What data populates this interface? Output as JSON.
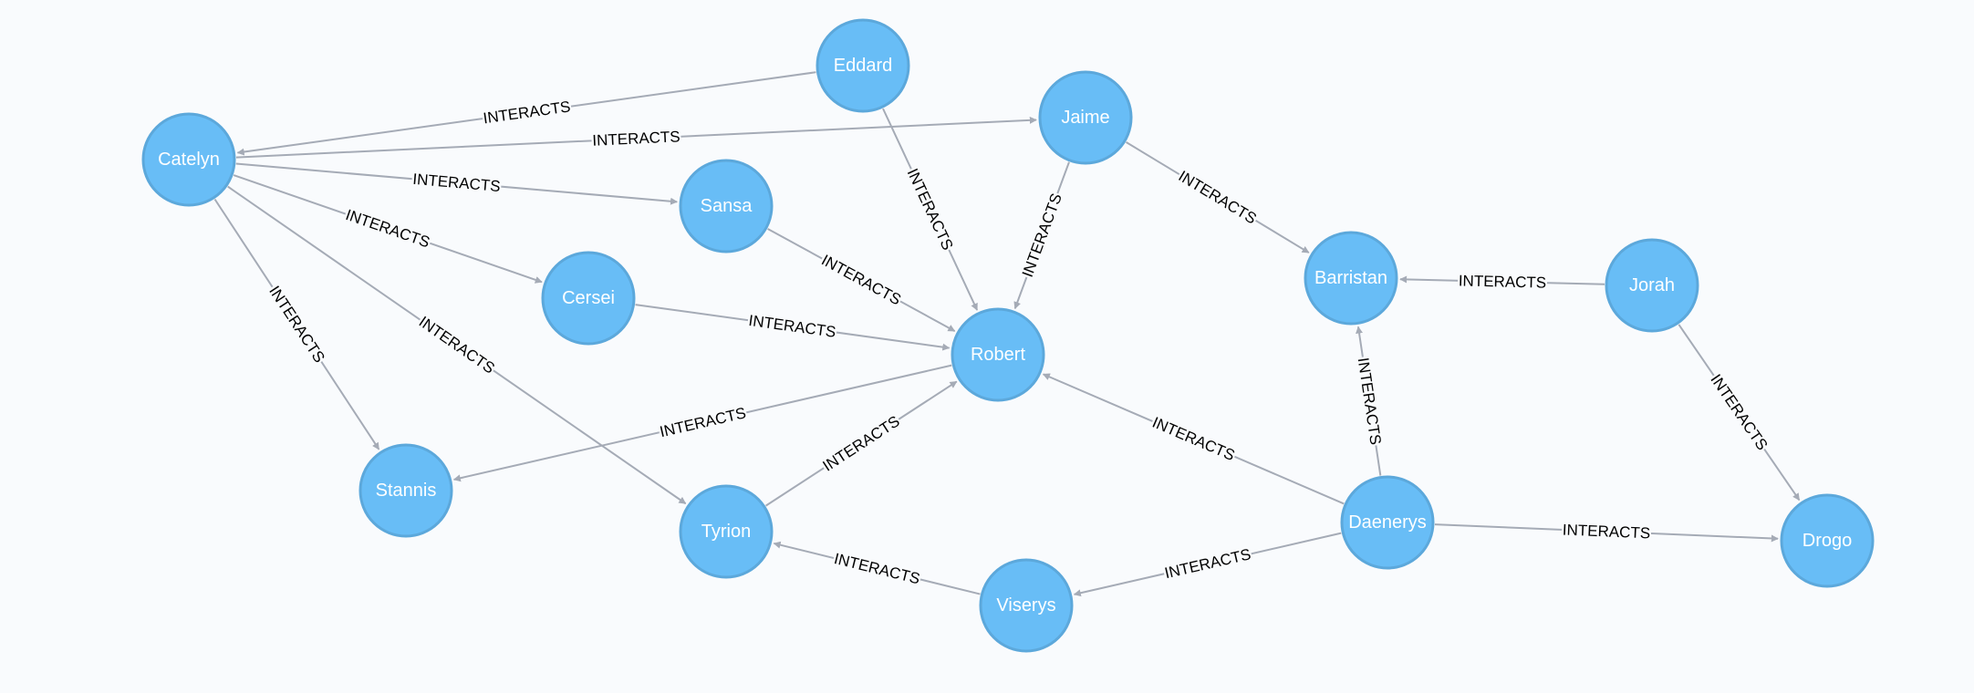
{
  "graph": {
    "colors": {
      "node_fill": "#68bdf6",
      "node_stroke": "#5ca8db",
      "edge": "#a5abb6",
      "background": "#f9fbfd"
    },
    "nodes": [
      {
        "id": "eddard",
        "label": "Eddard"
      },
      {
        "id": "jaime",
        "label": "Jaime"
      },
      {
        "id": "catelyn",
        "label": "Catelyn"
      },
      {
        "id": "sansa",
        "label": "Sansa"
      },
      {
        "id": "cersei",
        "label": "Cersei"
      },
      {
        "id": "robert",
        "label": "Robert"
      },
      {
        "id": "barristan",
        "label": "Barristan"
      },
      {
        "id": "jorah",
        "label": "Jorah"
      },
      {
        "id": "stannis",
        "label": "Stannis"
      },
      {
        "id": "tyrion",
        "label": "Tyrion"
      },
      {
        "id": "daenerys",
        "label": "Daenerys"
      },
      {
        "id": "drogo",
        "label": "Drogo"
      },
      {
        "id": "viserys",
        "label": "Viserys"
      }
    ],
    "edges": [
      {
        "source": "eddard",
        "target": "catelyn",
        "label": "INTERACTS"
      },
      {
        "source": "catelyn",
        "target": "jaime",
        "label": "INTERACTS"
      },
      {
        "source": "catelyn",
        "target": "sansa",
        "label": "INTERACTS"
      },
      {
        "source": "catelyn",
        "target": "cersei",
        "label": "INTERACTS"
      },
      {
        "source": "catelyn",
        "target": "stannis",
        "label": "INTERACTS"
      },
      {
        "source": "catelyn",
        "target": "tyrion",
        "label": "INTERACTS"
      },
      {
        "source": "eddard",
        "target": "robert",
        "label": "INTERACTS"
      },
      {
        "source": "jaime",
        "target": "robert",
        "label": "INTERACTS"
      },
      {
        "source": "jaime",
        "target": "barristan",
        "label": "INTERACTS"
      },
      {
        "source": "sansa",
        "target": "robert",
        "label": "INTERACTS"
      },
      {
        "source": "cersei",
        "target": "robert",
        "label": "INTERACTS"
      },
      {
        "source": "robert",
        "target": "stannis",
        "label": "INTERACTS"
      },
      {
        "source": "tyrion",
        "target": "robert",
        "label": "INTERACTS"
      },
      {
        "source": "daenerys",
        "target": "robert",
        "label": "INTERACTS"
      },
      {
        "source": "jorah",
        "target": "barristan",
        "label": "INTERACTS"
      },
      {
        "source": "daenerys",
        "target": "barristan",
        "label": "INTERACTS"
      },
      {
        "source": "jorah",
        "target": "drogo",
        "label": "INTERACTS"
      },
      {
        "source": "daenerys",
        "target": "drogo",
        "label": "INTERACTS"
      },
      {
        "source": "daenerys",
        "target": "viserys",
        "label": "INTERACTS"
      },
      {
        "source": "viserys",
        "target": "tyrion",
        "label": "INTERACTS"
      }
    ]
  }
}
